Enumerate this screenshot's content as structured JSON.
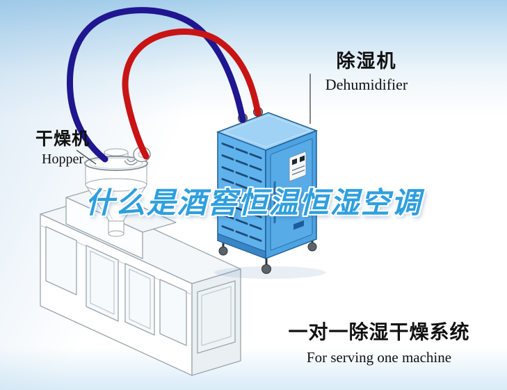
{
  "labels": {
    "dehumidifier": {
      "cn": "除湿机",
      "en": "Dehumidifier"
    },
    "hopper": {
      "cn": "干燥机",
      "en": "Hopper"
    },
    "system": {
      "cn": "一对一除湿干燥系统",
      "en": "For serving one machine"
    },
    "watermark": "什么是酒窖恒温恒湿空调"
  },
  "colors": {
    "hose_red": "#c81414",
    "hose_navy": "#1f1690",
    "cabinet_front": "#5fb2ec",
    "cabinet_side": "#4da3e2",
    "cabinet_top": "#9fd2f5",
    "cabinet_outline": "#1f5c94",
    "vent_slat": "#1c4a7a",
    "watermark_blue": "#2e9fdf",
    "line_art_gray": "#9aa4ac",
    "text_black": "#111111",
    "sky_blue_top": "#a9d1ec"
  }
}
